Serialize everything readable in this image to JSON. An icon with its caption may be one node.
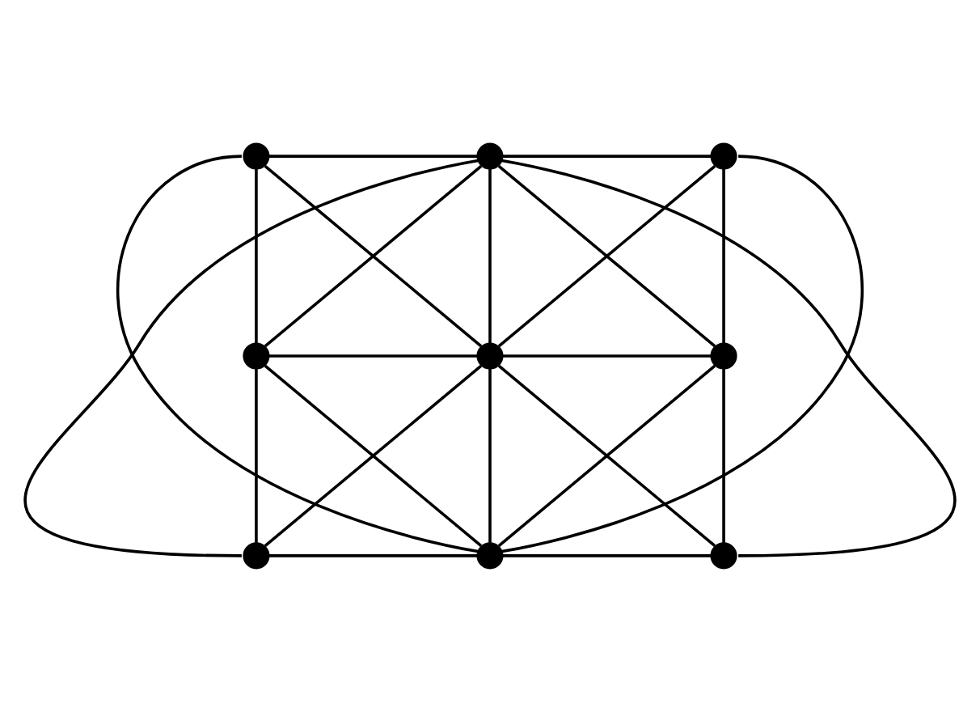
{
  "diagram": {
    "nodes": [
      {
        "text": [],
        "shape": "circle"
      },
      {
        "text": [],
        "shape": "circle"
      },
      {
        "text": [],
        "shape": "circle"
      },
      {
        "text": [],
        "shape": "circle"
      },
      {
        "text": [],
        "shape": "circle"
      },
      {
        "text": [],
        "shape": "circle"
      },
      {
        "text": [],
        "shape": "circle"
      },
      {
        "text": [],
        "shape": "circle"
      },
      {
        "text": [],
        "shape": "circle"
      }
    ],
    "edges": [
      {
        "from": 0,
        "to": 1,
        "arrow": "none"
      },
      {
        "from": 1,
        "to": 2,
        "arrow": "none"
      },
      {
        "from": 0,
        "to": 3,
        "arrow": "none"
      },
      {
        "from": 0,
        "to": 4,
        "arrow": "none"
      },
      {
        "from": 1,
        "to": 3,
        "arrow": "none"
      },
      {
        "from": 1,
        "to": 4,
        "arrow": "none"
      },
      {
        "from": 1,
        "to": 5,
        "arrow": "none"
      },
      {
        "from": 2,
        "to": 4,
        "arrow": "none"
      },
      {
        "from": 2,
        "to": 5,
        "arrow": "none"
      },
      {
        "from": 3,
        "to": 4,
        "arrow": "none"
      },
      {
        "from": 4,
        "to": 5,
        "arrow": "none"
      },
      {
        "from": 3,
        "to": 6,
        "arrow": "none"
      },
      {
        "from": 3,
        "to": 7,
        "arrow": "none"
      },
      {
        "from": 4,
        "to": 6,
        "arrow": "none"
      },
      {
        "from": 4,
        "to": 7,
        "arrow": "none"
      },
      {
        "from": 4,
        "to": 8,
        "arrow": "none"
      },
      {
        "from": 5,
        "to": 7,
        "arrow": "none"
      },
      {
        "from": 5,
        "to": 8,
        "arrow": "none"
      },
      {
        "from": 6,
        "to": 7,
        "arrow": "none"
      },
      {
        "from": 7,
        "to": 8,
        "arrow": "none"
      },
      {
        "from": 0,
        "to": 7,
        "arrow": "none"
      },
      {
        "from": 1,
        "to": 6,
        "arrow": "none"
      },
      {
        "from": 1,
        "to": 8,
        "arrow": "none"
      },
      {
        "from": 2,
        "to": 7,
        "arrow": "none"
      }
    ]
  }
}
